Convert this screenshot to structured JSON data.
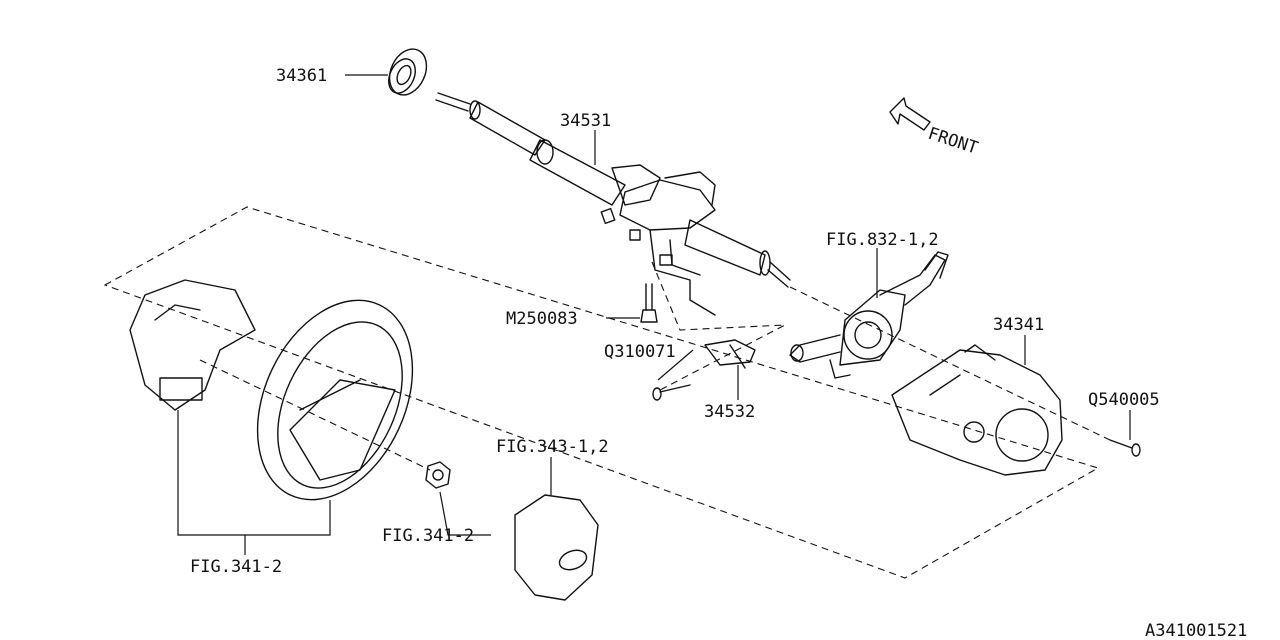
{
  "diagram_id": "A341001521",
  "front_marker": "FRONT",
  "callouts": {
    "c34361": "34361",
    "c34531": "34531",
    "fig832": "FIG.832-1,2",
    "c34341": "34341",
    "m250083": "M250083",
    "q310071": "Q310071",
    "c34532": "34532",
    "q540005": "Q540005",
    "fig343": "FIG.343-1,2",
    "fig341_nut": "FIG.341-2",
    "fig341_wheel": "FIG.341-2"
  }
}
